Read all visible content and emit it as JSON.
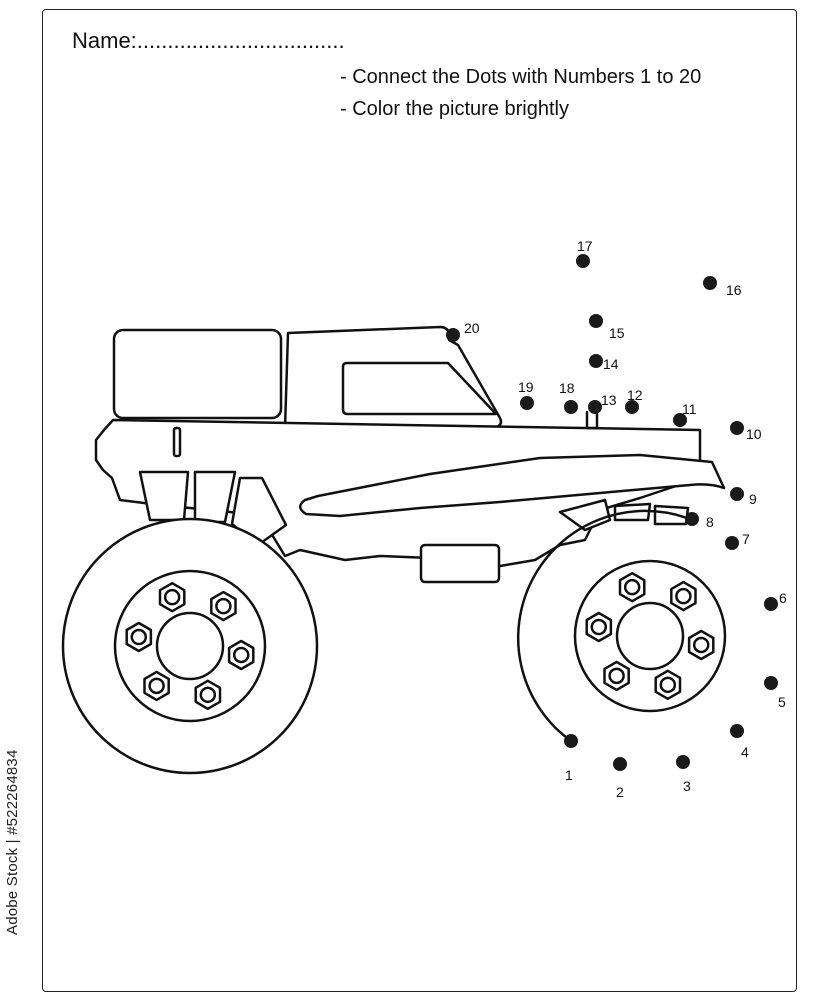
{
  "worksheet": {
    "name_label": "Name:..................................",
    "instructions": [
      "- Connect the Dots with Numbers 1 to 20",
      "- Color the picture brightly"
    ],
    "stock_id": "Adobe Stock | #522264834"
  },
  "dots": [
    {
      "label": "1"
    },
    {
      "label": "2"
    },
    {
      "label": "3"
    },
    {
      "label": "4"
    },
    {
      "label": "5"
    },
    {
      "label": "6"
    },
    {
      "label": "7"
    },
    {
      "label": "8"
    },
    {
      "label": "9"
    },
    {
      "label": "10"
    },
    {
      "label": "11"
    },
    {
      "label": "12"
    },
    {
      "label": "13"
    },
    {
      "label": "14"
    },
    {
      "label": "15"
    },
    {
      "label": "16"
    },
    {
      "label": "17"
    },
    {
      "label": "18"
    },
    {
      "label": "19"
    },
    {
      "label": "20"
    }
  ],
  "icons": [
    "monster-truck-outline",
    "wheel-icon",
    "lug-nut-icon"
  ]
}
